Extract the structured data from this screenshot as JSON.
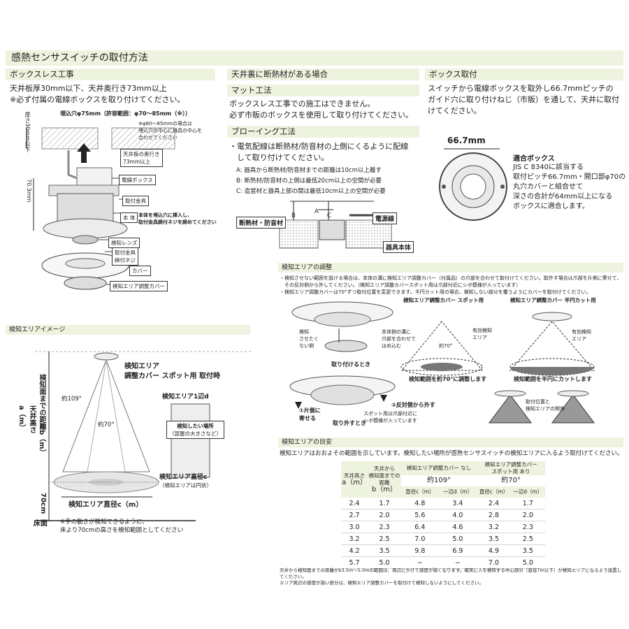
{
  "main_title": "感熱センサスイッチの取付方法",
  "boxless": {
    "header": "ボックスレス工事",
    "line1": "天井板厚30mm以下、天井奥行き73mm以上",
    "line2": "※必ず付属の電線ボックスを取り付けてください。",
    "hole": "埋込穴φ75mm（許容範囲：φ70〜85mm（※））",
    "note_lines": [
      "※φ80〜85mmの場合は",
      "埋込穴の中心に器具の中心を",
      "合わせてください"
    ],
    "thickness": "厚さ30mm以下",
    "height": "70.3mm",
    "depth_lines": [
      "天井板の奥行き",
      "73mm以上"
    ],
    "labels": {
      "wire_box": "電線ボックス",
      "mount": "取付金具",
      "body": "本 体",
      "body_note_lines": [
        "本体を埋込穴に挿入し、",
        "取付金具締付ネジを締めてください"
      ],
      "lens": "検知レンズ",
      "screw_lines": [
        "取付金具",
        "締付ネジ"
      ],
      "cover": "カバー",
      "adj_cover": "検知エリア調整カバー"
    }
  },
  "insulation": {
    "header": "天井裏に断熱材がある場合",
    "mat_header": "マット工法",
    "mat_lines": [
      "ボックスレス工事での施工はできません。",
      "必ず市販のボックスを使用して取り付けてください。"
    ],
    "blow_header": "ブローイング工法",
    "blow_lines": [
      "・電気配線は断熱材/防音材の上側にくるように配線",
      "　して取り付けてください。"
    ],
    "conds": [
      "A: 器具から断熱材/防音材までの距離は10cm以上離す",
      "B: 断熱材/防音材の上側は最低20cm以上の空間が必要",
      "C: 造営材と器具上部の間は最低10cm以上の空間が必要"
    ],
    "d_a": "A",
    "d_b": "B",
    "d_c": "C",
    "d_insul": "断熱材・防音材",
    "d_wire": "電源線",
    "d_body": "器具本体"
  },
  "box_install": {
    "header": "ボックス取付",
    "lines": [
      "スイッチから電線ボックスを取外し66.7mmピッチの",
      "ガイド穴に取り付けねじ（市販）を通して、天井に取付",
      "けてください。"
    ],
    "pitch": "66.7mm",
    "compat_title": "適合ボックス",
    "compat_lines": [
      "JIS C 8340に該当する",
      "取付ピッチ66.7mm・開口部φ70の",
      "丸穴カバーと組合せて",
      "深さの合計が64mm以上になる",
      "ボックスに適合します。"
    ]
  },
  "area_image": {
    "header": "検知エリアイメージ",
    "title_lines": [
      "検知エリア",
      "調整カバー スポット用 取付時"
    ],
    "angle109": "約109°",
    "angle70": "約70°",
    "ceiling_lines": [
      "天井高さ",
      "a（m）"
    ],
    "distance": "検知面までの距離b（m）",
    "side_label": "検知エリア1辺d",
    "place_lines": [
      "検知したい場所",
      "（部屋の大きさなど）"
    ],
    "diameter": "検知エリア直径c（m）",
    "dia_box_lines": [
      "検知エリア直径c",
      "（検知エリアは円状）"
    ],
    "h70": "70cm",
    "floor": "床面",
    "foot_lines": [
      "※手の動きが検知できるように、",
      "床より70cmの高さを検知範囲としてください"
    ]
  },
  "adjust": {
    "header": "検知エリアの調整",
    "notes": [
      "・検知させない範囲を設ける場合は、本体の溝に検知エリア調整カバー（付属品）の爪部を合わせて取付けてください。取外す場合は爪部を片側に寄せて、",
      "　その反対側から外してください。（検知エリア調整カバースポット用は爪部付近にシボ模様が入っています）",
      "・検知エリア調整カバーは70°ずつ取付位置を変更できます。半円カット用の場合、検知しない部分を覆うようにカバーを取付けてください。"
    ],
    "spot_title": "検知エリア調整カバー スポット用",
    "half_title": "検知エリア調整カバー 半円カット用",
    "no_detect_lines": [
      "検知",
      "させたく",
      "ない側"
    ],
    "claw_lines": [
      "本体側の溝に",
      "爪部を合わせて",
      "はめ込む"
    ],
    "attach": "取り付けるとき",
    "eff_lines": [
      "有効検知",
      "エリア"
    ],
    "about70": "約70°",
    "spot_caption": "検知範囲を約70°に調整します",
    "half_caption": "検知範囲を半円にカットします",
    "step1_lines": [
      "①片側に",
      "寄せる"
    ],
    "step2": "②反対側から外す",
    "remove": "取り外すとき",
    "spot_note_lines": [
      "スポット用は爪部付近に",
      "シボ模様が入っています"
    ],
    "relation_lines": [
      "取付位置と",
      "検知エリアの関係"
    ]
  },
  "guide": {
    "header": "検知エリアの目安",
    "intro": "検知エリアはおおよその範囲を示しています。検知したい場所が感熱センサスイッチの検知エリアに入るよう取付けてください。",
    "head_a_lines": [
      "天井高さ",
      "a（m）"
    ],
    "head_b_lines": [
      "天井から",
      "検知面までの距離",
      "b（m）"
    ],
    "head_none": "検知エリア調整カバー なし",
    "head_spot_lines": [
      "検知エリア調整カバー",
      "スポット用 あり"
    ],
    "angle_none": "約109°",
    "angle_spot": "約70°",
    "col_c": "直径c（m）",
    "col_d": "一辺d（m）",
    "rows": [
      [
        "2.4",
        "1.7",
        "4.8",
        "3.4",
        "2.4",
        "1.7"
      ],
      [
        "2.7",
        "2.0",
        "5.6",
        "4.0",
        "2.8",
        "2.0"
      ],
      [
        "3.0",
        "2.3",
        "6.4",
        "4.6",
        "3.2",
        "2.3"
      ],
      [
        "3.2",
        "2.5",
        "7.0",
        "5.0",
        "3.5",
        "2.5"
      ],
      [
        "4.2",
        "3.5",
        "9.8",
        "6.9",
        "4.9",
        "3.5"
      ],
      [
        "5.7",
        "5.0",
        "−",
        "−",
        "7.0",
        "5.0"
      ]
    ],
    "foot_lines": [
      "天井から検知面までの距離がb3.5m〜5.0mの範囲は、周辺にかけて感度が弱くなります。確実に人を検知する中心部分（直径7m以下）が検知エリアになるよう設置してください。",
      "エリア周辺の感度が弱い部分は、検知エリア調整カバーを取付けて検知しないようにしてください。"
    ]
  }
}
